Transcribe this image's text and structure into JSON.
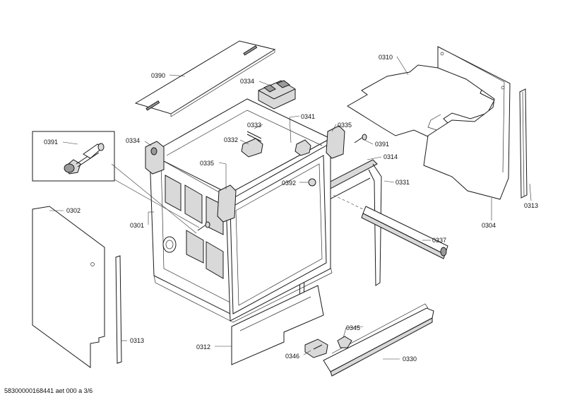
{
  "footer": {
    "text": "58300000168441 aet 000 a 3/6"
  },
  "parts": {
    "p0390": "0390",
    "p0334a": "0334",
    "p0310": "0310",
    "p0391a": "0391",
    "p0334b": "0334",
    "p0333": "0333",
    "p0341": "0341",
    "p0332": "0332",
    "p0335a": "0335",
    "p0391b": "0391",
    "p0335b": "0335",
    "p0314": "0314",
    "p0392": "0392",
    "p0331": "0331",
    "p0302": "0302",
    "p0301": "0301",
    "p0337": "0337",
    "p0304": "0304",
    "p0313a": "0313",
    "p0313b": "0313",
    "p0345": "0345",
    "p0312": "0312",
    "p0346": "0346",
    "p0330": "0330"
  }
}
